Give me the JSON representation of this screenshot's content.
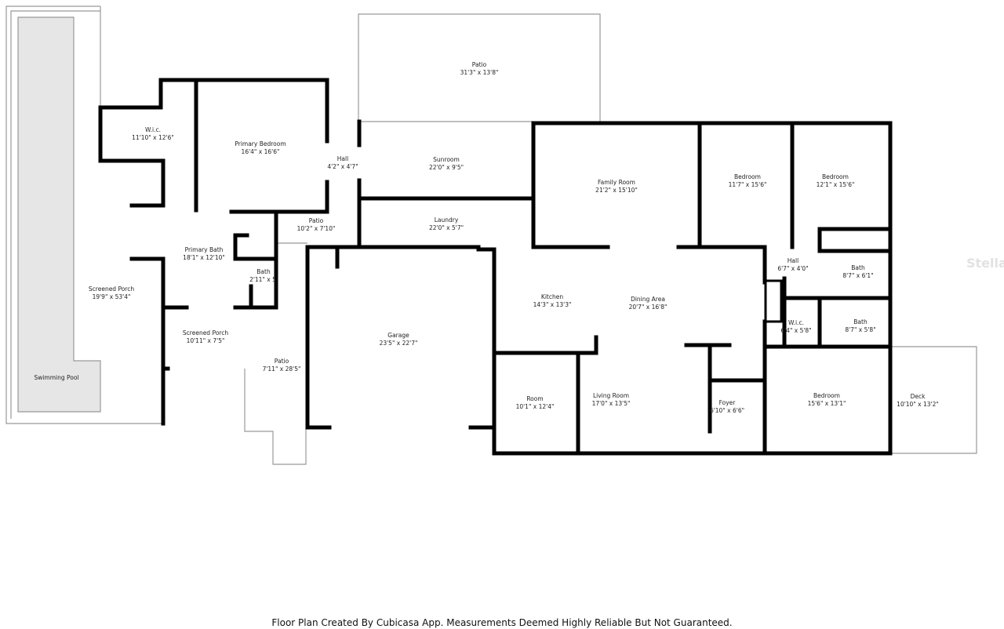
{
  "rooms": [
    {
      "name": "Patio",
      "size": "31'3\" x 13'8\""
    },
    {
      "name": "W.i.c.",
      "size": "11'10\" x 12'6\""
    },
    {
      "name": "Primary Bedroom",
      "size": "16'4\" x 16'6\""
    },
    {
      "name": "Hall",
      "size": "4'2\" x 4'7\""
    },
    {
      "name": "Sunroom",
      "size": "22'0\" x 9'5\""
    },
    {
      "name": "Family Room",
      "size": "21'2\" x 15'10\""
    },
    {
      "name": "Bedroom",
      "size": "11'7\" x 15'6\""
    },
    {
      "name": "Bedroom",
      "size": "12'1\" x 15'6\""
    },
    {
      "name": "Patio",
      "size": "10'2\" x 7'10\""
    },
    {
      "name": "Laundry",
      "size": "22'0\" x 5'7\""
    },
    {
      "name": "Primary Bath",
      "size": "18'1\" x 12'10\""
    },
    {
      "name": "Bath",
      "size": "2'11\" x 5'"
    },
    {
      "name": "Hall",
      "size": "6'7\" x 4'0\""
    },
    {
      "name": "Bath",
      "size": "8'7\" x 6'1\""
    },
    {
      "name": "Screened Porch",
      "size": "19'9\" x 53'4\""
    },
    {
      "name": "Kitchen",
      "size": "14'3\" x 13'3\""
    },
    {
      "name": "Dining Area",
      "size": "20'7\" x 16'8\""
    },
    {
      "name": "W.i.c.",
      "size": "6'4\" x 5'8\""
    },
    {
      "name": "Bath",
      "size": "8'7\" x 5'8\""
    },
    {
      "name": "Screened Porch",
      "size": "10'11\" x 7'5\""
    },
    {
      "name": "Garage",
      "size": "23'5\" x 22'7\""
    },
    {
      "name": "Patio",
      "size": "7'11\" x 28'5\""
    },
    {
      "name": "Swimming Pool",
      "size": ""
    },
    {
      "name": "Room",
      "size": "10'1\" x 12'4\""
    },
    {
      "name": "Living Room",
      "size": "17'0\" x 13'5\""
    },
    {
      "name": "Foyer",
      "size": "6'10\" x 6'6\""
    },
    {
      "name": "Bedroom",
      "size": "15'6\" x 13'1\""
    },
    {
      "name": "Deck",
      "size": "10'10\" x 13'2\""
    }
  ],
  "footer": "Floor Plan Created By Cubicasa App. Measurements Deemed Highly Reliable But Not Guaranteed.",
  "watermark": "StellarMLS",
  "colors": {
    "wall": "#000000",
    "pool": "#e6e6e6",
    "outline": "#999999"
  }
}
